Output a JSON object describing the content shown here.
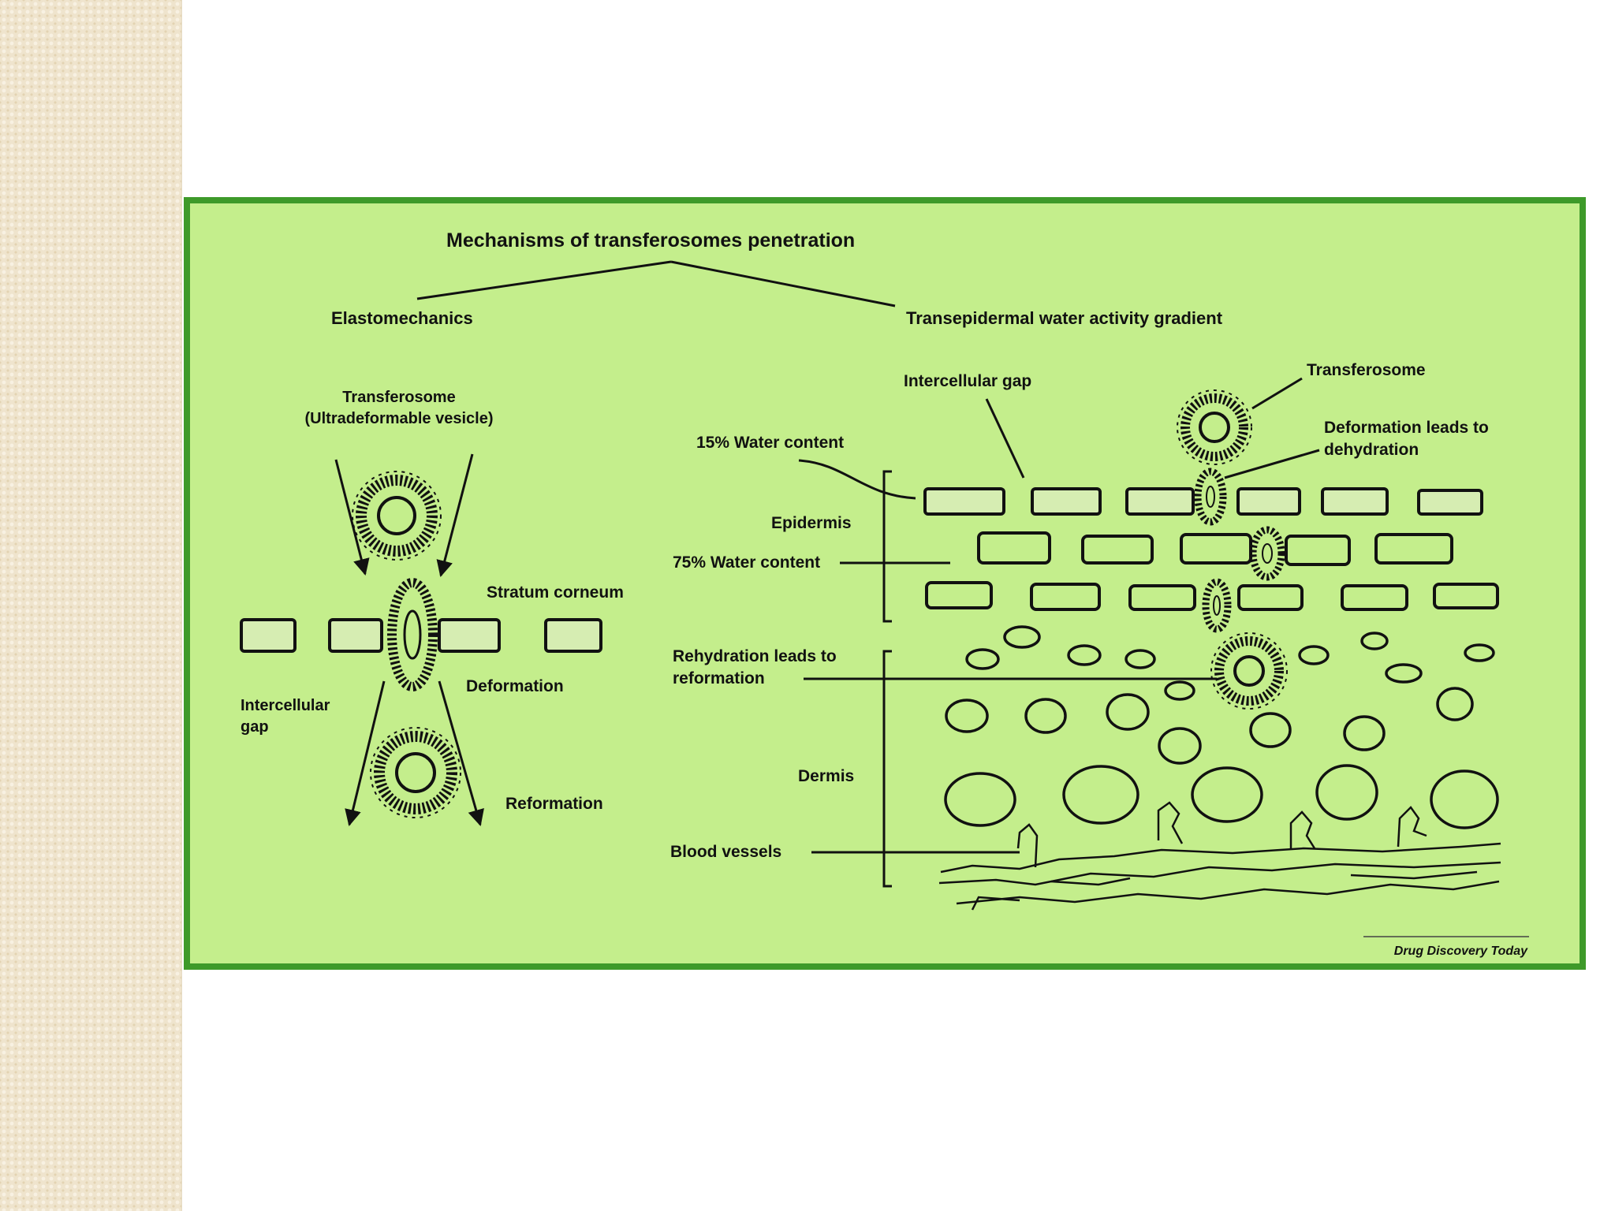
{
  "diagram": {
    "title": "Mechanisms of transferosomes penetration",
    "branch_left": "Elastomechanics",
    "branch_right": "Transepidermal water activity gradient",
    "left": {
      "vesicle_label_1": "Transferosome",
      "vesicle_label_2": "(Ultradeformable vesicle)",
      "stratum_corneum": "Stratum corneum",
      "deformation": "Deformation",
      "intercellular_gap_1": "Intercellular",
      "intercellular_gap_2": "gap",
      "reformation": "Reformation"
    },
    "right": {
      "intercellular_gap": "Intercellular gap",
      "transferosome": "Transferosome",
      "deformation_1": "Deformation leads to",
      "deformation_2": "dehydration",
      "water_15": "15% Water content",
      "epidermis": "Epidermis",
      "water_75": "75% Water content",
      "rehydration_1": "Rehydration leads to",
      "rehydration_2": "reformation",
      "dermis": "Dermis",
      "blood_vessels": "Blood vessels"
    },
    "source_credit": "Drug Discovery Today"
  },
  "colors": {
    "figure_background": "#c4ee8c",
    "figure_border": "#3e9a2a",
    "ink": "#111111",
    "sidebar": "#efe4cd"
  }
}
